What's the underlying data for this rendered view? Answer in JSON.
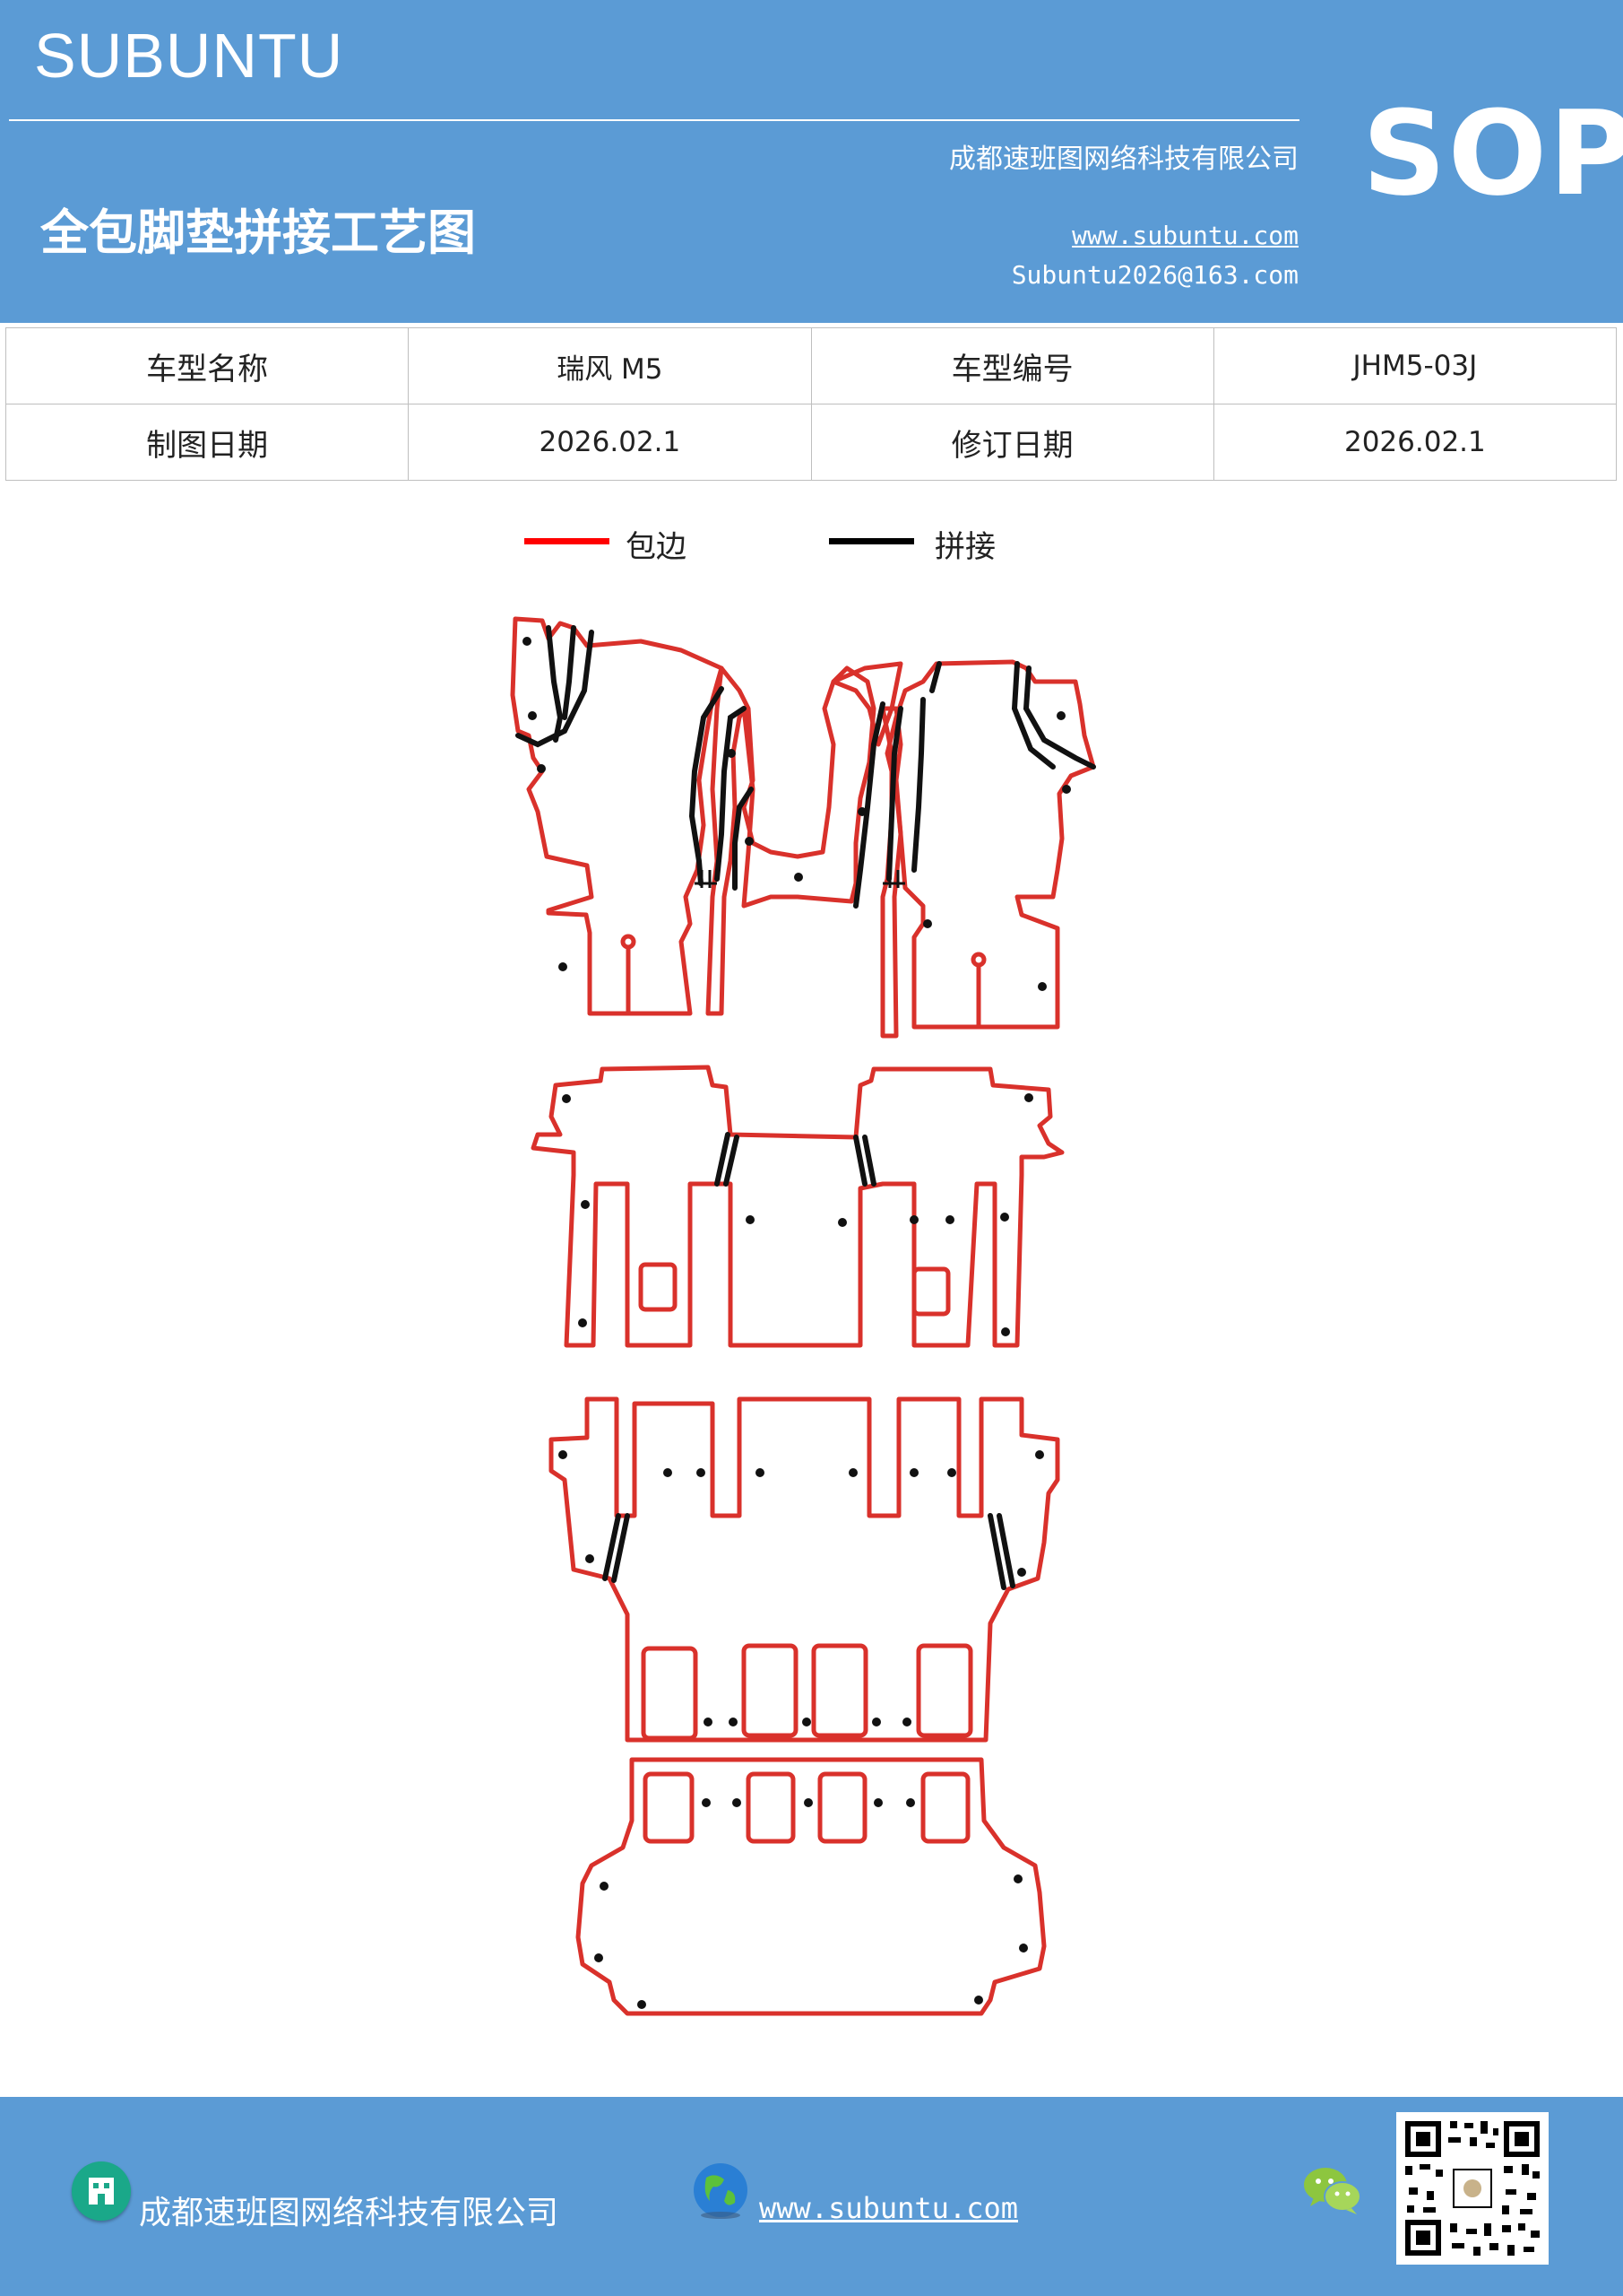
{
  "header": {
    "brand": "SUBUNTU",
    "company": "成都速班图网络科技有限公司",
    "title": "全包脚垫拼接工艺图",
    "website": "www.subuntu.com",
    "email": "Subuntu2026@163.com",
    "badge": "SOP",
    "background": "#5b9bd5"
  },
  "info": {
    "rows": [
      [
        "车型名称",
        "瑞风 M5",
        "车型编号",
        "JHM5-03J"
      ],
      [
        "制图日期",
        "2026.02.1",
        "修订日期",
        "2026.02.1"
      ]
    ]
  },
  "legend": [
    {
      "label": "包边",
      "color": "#ff0000"
    },
    {
      "label": "拼接",
      "color": "#000000"
    }
  ],
  "diagram": {
    "edge_color": "#d9312b",
    "joint_color": "#111111"
  },
  "footer": {
    "company": "成都速班图网络科技有限公司",
    "website": "www.subuntu.com",
    "icons": [
      "building-icon",
      "globe-icon",
      "wechat-icon",
      "qr-code"
    ]
  }
}
